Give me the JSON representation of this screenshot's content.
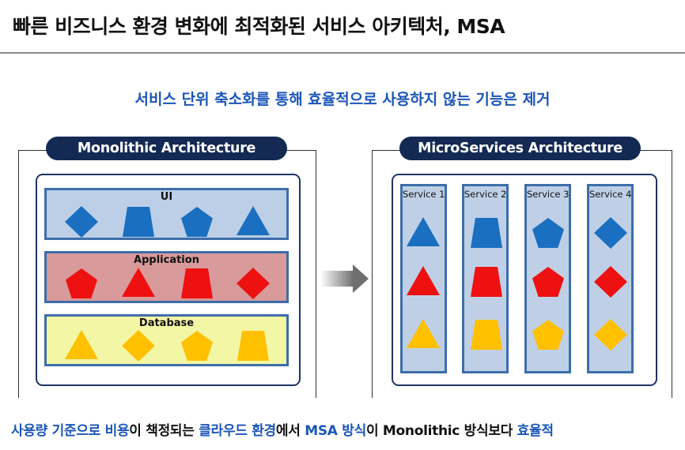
{
  "title": "빠른 비즈니스 환경 변화에 최적화된 서비스 아키텍처, MSA",
  "subtitle": "서비스 단위 축소화를 통해 효율적으로 사용하지 않는 기능은 제거",
  "monolithic": {
    "label": "Monolithic Architecture",
    "layers": [
      {
        "label": "UI",
        "color": "#1a6fc0",
        "background": "#bccfe6",
        "shapes": [
          "diamond",
          "trapezoid",
          "pentagon",
          "triangle"
        ]
      },
      {
        "label": "Application",
        "color": "#ee1111",
        "background": "#d89a9a",
        "shapes": [
          "pentagon",
          "triangle",
          "trapezoid",
          "diamond"
        ]
      },
      {
        "label": "Database",
        "color": "#ffc000",
        "background": "#f3f7a5",
        "shapes": [
          "triangle",
          "diamond",
          "pentagon",
          "trapezoid"
        ]
      }
    ]
  },
  "arrow_icon": "right-arrow-icon",
  "microservices": {
    "label": "MicroServices Architecture",
    "services": [
      {
        "label": "Service 1",
        "shape": "triangle"
      },
      {
        "label": "Service 2",
        "shape": "trapezoid"
      },
      {
        "label": "Service 3",
        "shape": "pentagon"
      },
      {
        "label": "Service 4",
        "shape": "diamond"
      }
    ],
    "row_colors": [
      "#1a6fc0",
      "#ee1111",
      "#ffc000"
    ]
  },
  "footer": {
    "p1": "사용량 기준으로 비용",
    "p2": "이 책정되는 ",
    "p3": "클라우드 환경",
    "p4": "에서 ",
    "p5": "MSA 방식",
    "p6": "이 Monolithic 방식보다 ",
    "p7": "효율적"
  }
}
